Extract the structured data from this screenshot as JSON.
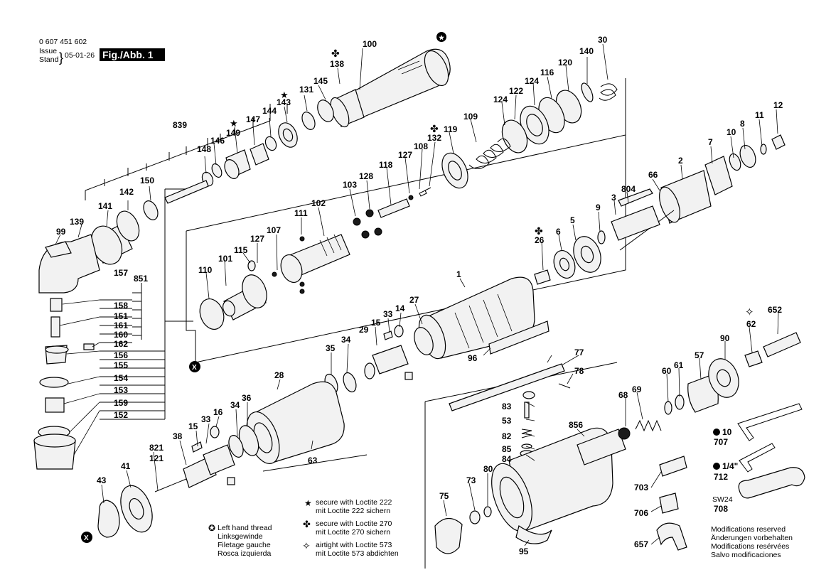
{
  "header": {
    "part_number": "0 607 451 602",
    "issue_label": "Issue",
    "stand_label": "Stand",
    "date": "05-01-26",
    "figure_label": "Fig./Abb. 1"
  },
  "callouts": {
    "p1": "1",
    "p2": "2",
    "p3": "3",
    "p5": "5",
    "p6": "6",
    "p7": "7",
    "p8": "8",
    "p9": "9",
    "p10": "10",
    "p11": "11",
    "p12": "12",
    "p14": "14",
    "p15a": "15",
    "p15b": "15",
    "p16": "16",
    "p26": "26",
    "p27": "27",
    "p28": "28",
    "p29": "29",
    "p30": "30",
    "p33a": "33",
    "p33b": "33",
    "p34a": "34",
    "p34b": "34",
    "p35": "35",
    "p36": "36",
    "p38": "38",
    "p41": "41",
    "p43": "43",
    "p53": "53",
    "p57": "57",
    "p60": "60",
    "p61": "61",
    "p62": "62",
    "p63": "63",
    "p66": "66",
    "p68": "68",
    "p69": "69",
    "p73": "73",
    "p75": "75",
    "p77": "77",
    "p78": "78",
    "p80": "80",
    "p82": "82",
    "p83": "83",
    "p84": "84",
    "p85": "85",
    "p90": "90",
    "p95": "95",
    "p96": "96",
    "p99": "99",
    "p100": "100",
    "p101": "101",
    "p102": "102",
    "p103": "103",
    "p107": "107",
    "p108": "108",
    "p109": "109",
    "p110": "110",
    "p111": "111",
    "p115": "115",
    "p116": "116",
    "p118": "118",
    "p119": "119",
    "p120": "120",
    "p121": "121",
    "p122": "122",
    "p124a": "124",
    "p124b": "124",
    "p127a": "127",
    "p127b": "127",
    "p128": "128",
    "p131": "131",
    "p132": "132",
    "p138": "138",
    "p139": "139",
    "p140": "140",
    "p141": "141",
    "p142": "142",
    "p143": "143",
    "p144": "144",
    "p145": "145",
    "p146": "146",
    "p147": "147",
    "p148": "148",
    "p149": "149",
    "p150": "150",
    "p151": "151",
    "p152": "152",
    "p153": "153",
    "p154": "154",
    "p155": "155",
    "p156": "156",
    "p157": "157",
    "p158": "158",
    "p159": "159",
    "p160": "160",
    "p161": "161",
    "p162": "162",
    "p652": "652",
    "p657": "657",
    "p703": "703",
    "p706": "706",
    "p707": "707",
    "p708": "708",
    "p712": "712",
    "p804": "804",
    "p821": "821",
    "p839": "839",
    "p851": "851",
    "p856": "856"
  },
  "tools": {
    "hex10": "10",
    "hex14": "1/4\"",
    "sw24": "SW24"
  },
  "legend": {
    "star_en": "secure with Loctite 222",
    "star_de": "mit Loctite 222 sichern",
    "club_en": "secure with Loctite 270",
    "club_de": "mit Loctite 270 sichern",
    "diamond_en": "airtight with Loctite 573",
    "diamond_de": "mit Loctite 573 abdichten",
    "lh_en": "Left hand thread",
    "lh_de": "Linksgewinde",
    "lh_fr": "Filetage gauche",
    "lh_es": "Rosca izquierda"
  },
  "footer": {
    "mod_en": "Modifications reserved",
    "mod_de": "Änderungen vorbehalten",
    "mod_fr": "Modifications resérvées",
    "mod_es": "Salvo modificaciones"
  },
  "symbols": {
    "x_mark": "X"
  }
}
